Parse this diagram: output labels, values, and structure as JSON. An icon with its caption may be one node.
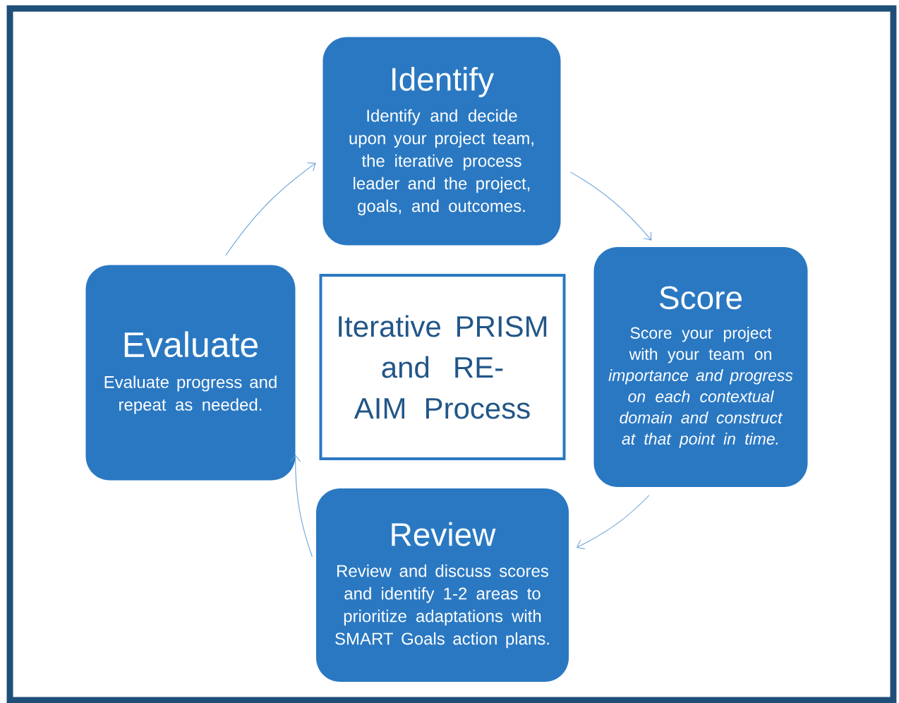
{
  "diagram": {
    "nodes": [
      {
        "text": [
          "Identify",
          "Identify and decide upon your project team, the iterative process leader and the project, goals, and outcomes."
        ]
      },
      {
        "text": [
          "Evaluate",
          "Evaluate progress and repeat as needed."
        ]
      },
      {
        "text": [
          "Iterative PRISM and RE-AIM Process"
        ]
      },
      {
        "text": [
          "Score",
          "Score your project with your team on *importance and progress on each contextual domain and construct at that point in time.*"
        ]
      },
      {
        "text": [
          "Review",
          "Review and discuss scores and identify 1-2 areas to prioritize adaptations with SMART Goals action plans."
        ]
      }
    ],
    "edges": [
      {
        "from": 0,
        "to": 3,
        "arrow": "to"
      },
      {
        "from": 3,
        "to": 4,
        "arrow": "to"
      },
      {
        "from": 4,
        "to": 1,
        "arrow": "to"
      },
      {
        "from": 1,
        "to": 0,
        "arrow": "to"
      }
    ]
  }
}
